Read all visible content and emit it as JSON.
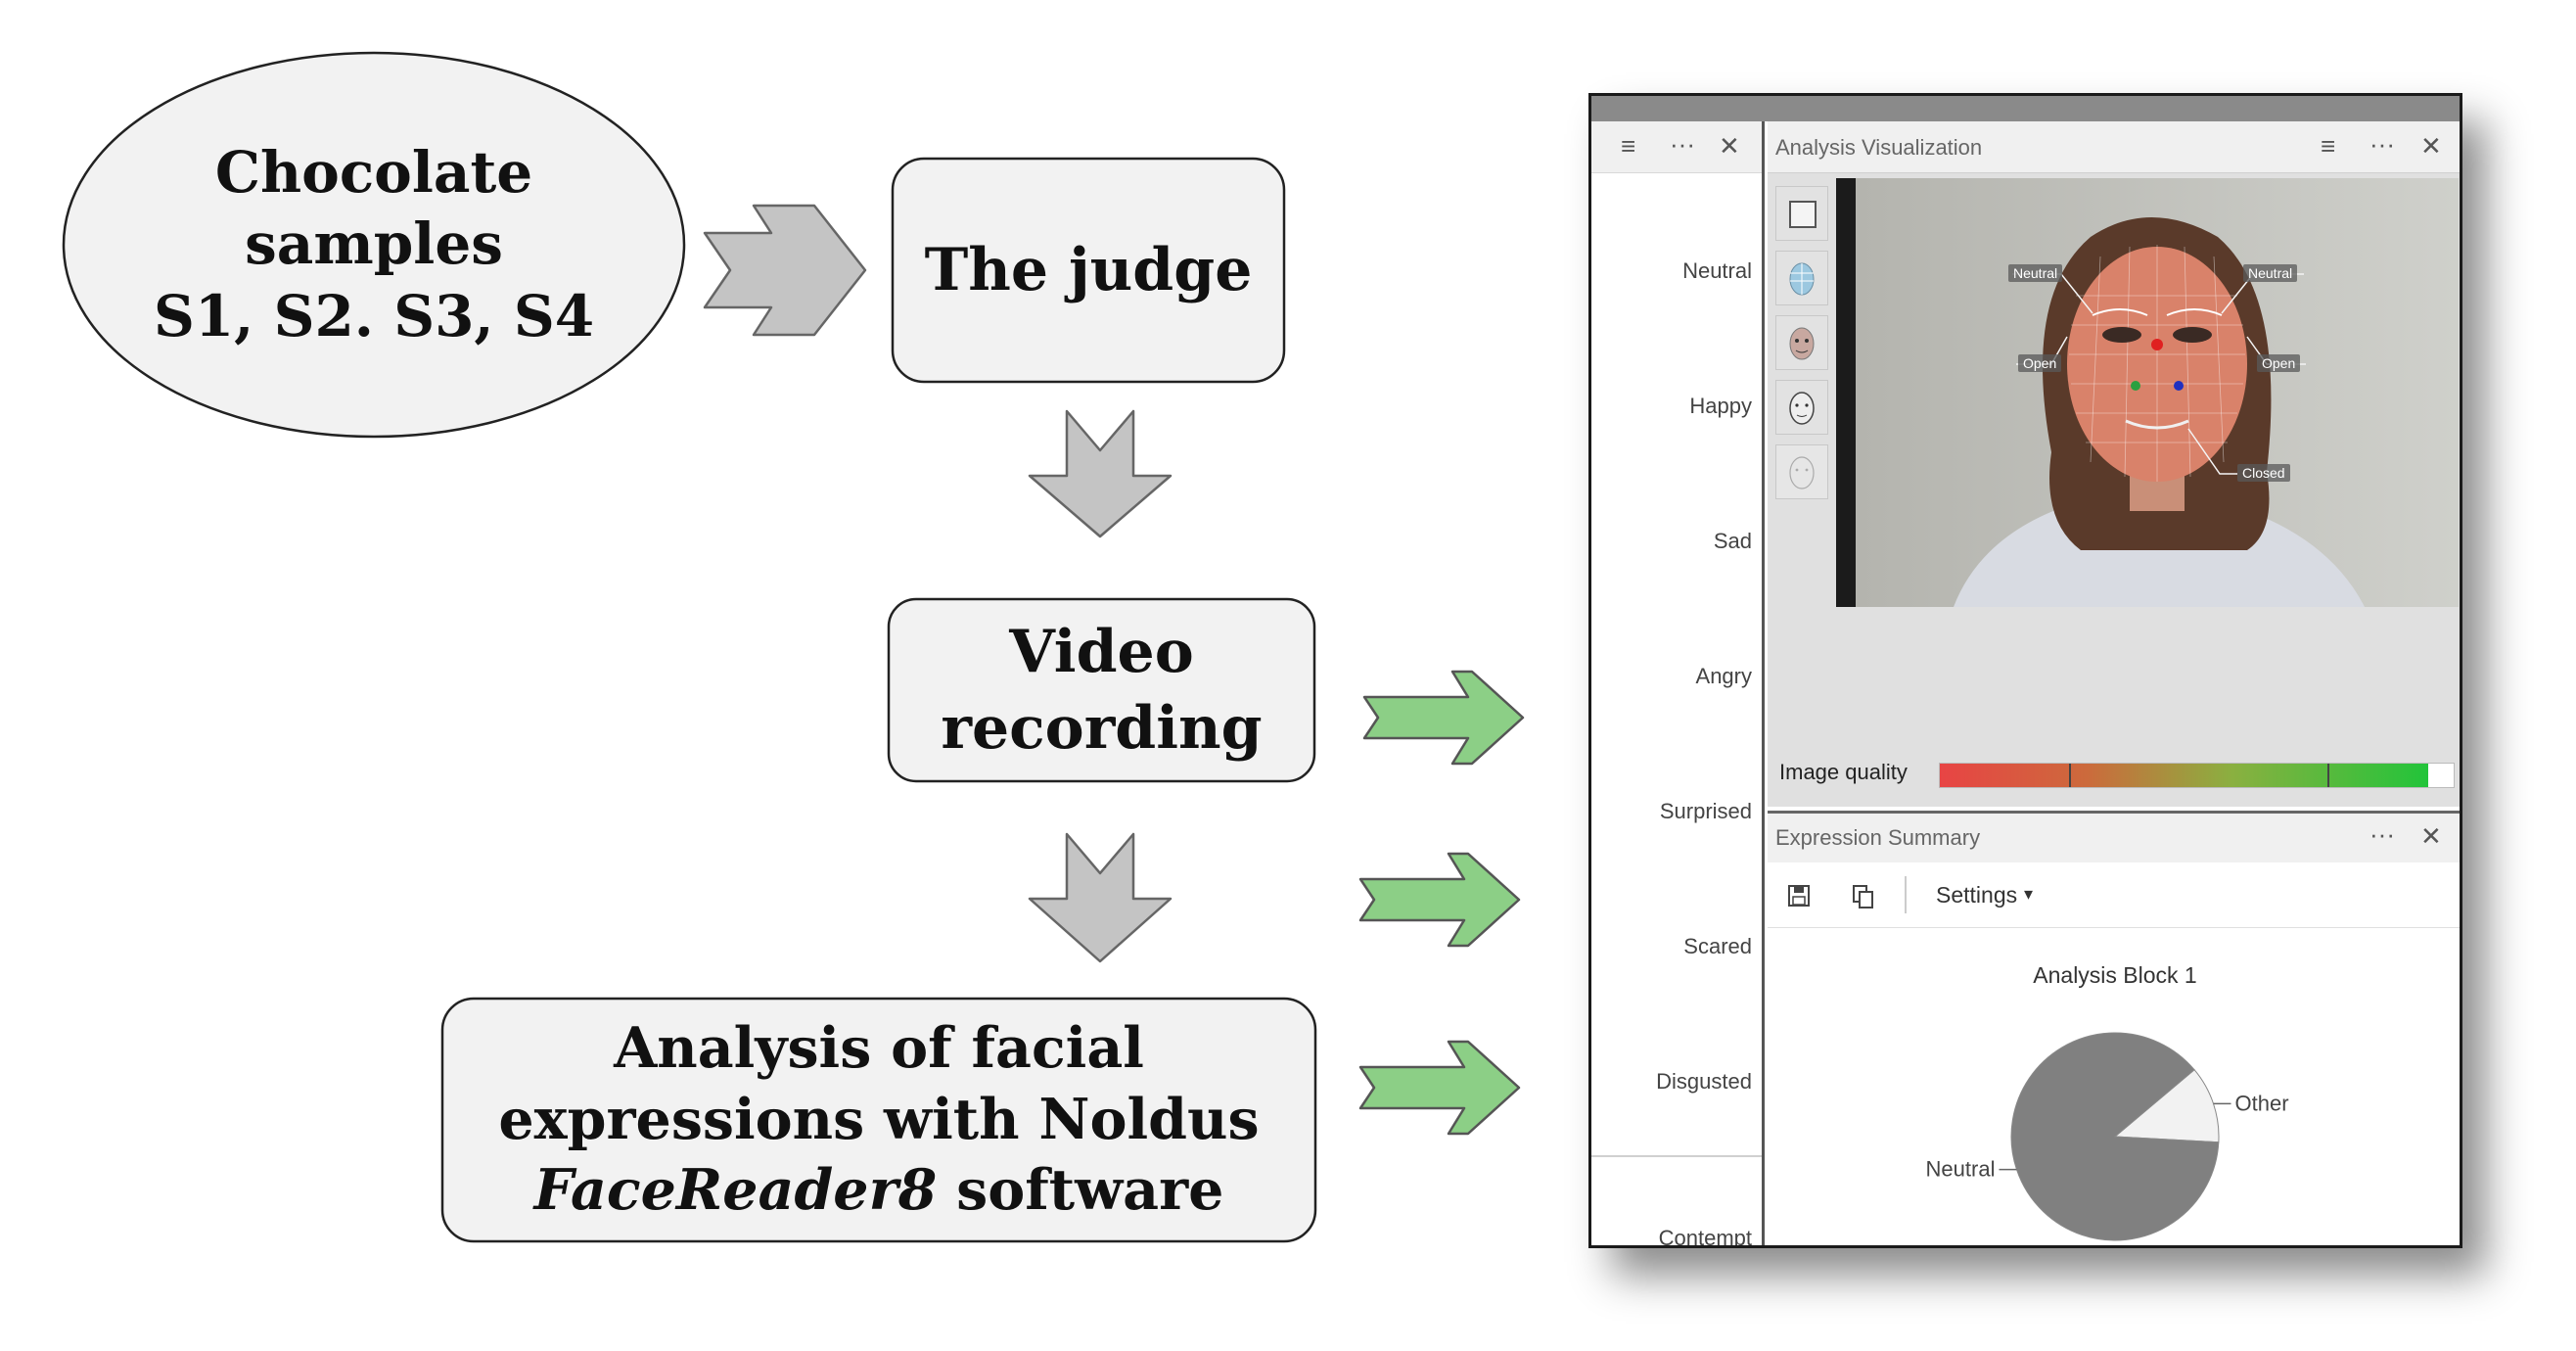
{
  "flowchart": {
    "nodes": {
      "samples": [
        "Chocolate",
        "samples",
        "S1, S2. S3, S4"
      ],
      "judge": [
        "The judge"
      ],
      "video": [
        "Video",
        "recording"
      ],
      "analysis": {
        "line1": "Analysis of facial",
        "line2": "expressions with Noldus",
        "line3_italic": "FaceReader8",
        "line3_rest": " software"
      }
    }
  },
  "software": {
    "emotions": [
      "Neutral",
      "Happy",
      "Sad",
      "Angry",
      "Surprised",
      "Scared",
      "Disgusted",
      "Contempt"
    ],
    "visualization": {
      "title": "Analysis Visualization",
      "face_tags": {
        "left_eyebrow": "Neutral",
        "right_eyebrow": "Neutral",
        "left_eye": "Open",
        "right_eye": "Open",
        "mouth": "Closed"
      },
      "image_quality_label": "Image quality",
      "image_quality": 0.95
    },
    "summary": {
      "title": "Expression Summary",
      "settings_label": "Settings",
      "block_title": "Analysis Block 1",
      "pie": [
        {
          "label": "Neutral",
          "value": 88,
          "color": "#808080"
        },
        {
          "label": "Other",
          "value": 12,
          "color": "#f2f2f2"
        }
      ]
    },
    "controls": {
      "menu_icon": "≡",
      "more_icon": "···",
      "close_icon": "✕",
      "dropdown_icon": "▾"
    }
  },
  "colors": {
    "gray_arrow": "#c4c4c4",
    "green_arrow": "#8ccf86",
    "node_fill": "#f2f2f2"
  }
}
